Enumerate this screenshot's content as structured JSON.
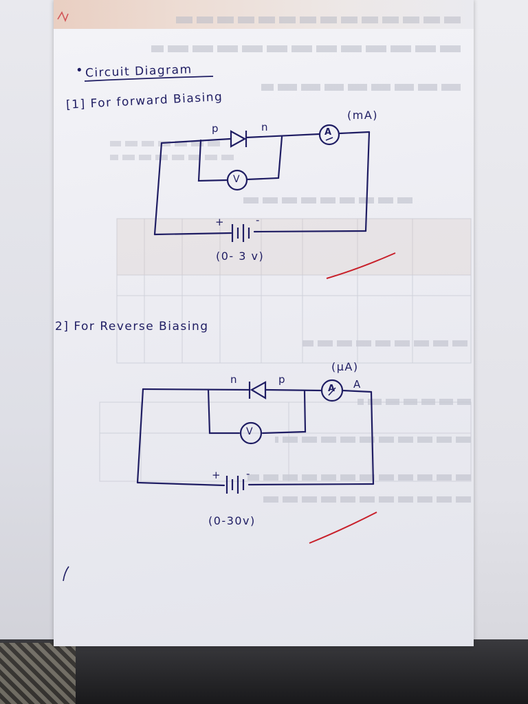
{
  "section_heading": "Circuit Diagram",
  "forward": {
    "title": "[1] For forward Biasing",
    "meter_unit": "(mA)",
    "meter_symbol": "A",
    "voltmeter_symbol": "V",
    "diode_left": "p",
    "diode_right": "n",
    "battery_plus": "+",
    "battery_minus": "-",
    "supply_range": "(0- 3 v)"
  },
  "reverse": {
    "title": "2] For Reverse Biasing",
    "meter_unit": "(μA)",
    "meter_symbol": "A",
    "meter_outer_label": "A",
    "voltmeter_symbol": "V",
    "diode_left": "n",
    "diode_right": "p",
    "battery_plus": "+",
    "battery_minus": "-",
    "supply_range": "(0-30v)"
  },
  "colors": {
    "ink": "#1f1d63",
    "check_mark": "#c8202a",
    "paper": "#eeeef3",
    "ghost_print": "#a7a9b6"
  }
}
